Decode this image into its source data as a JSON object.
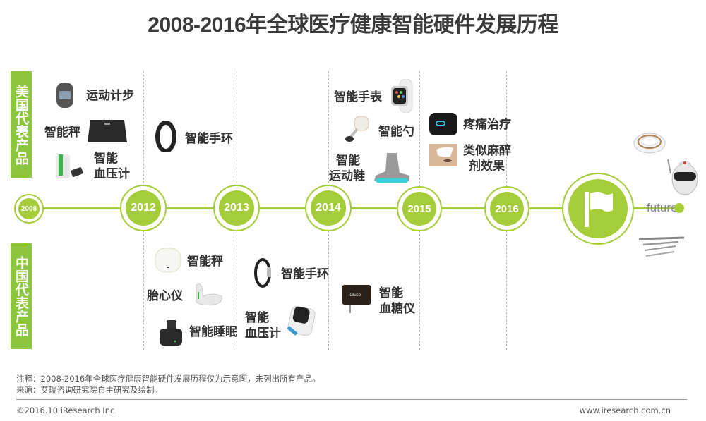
{
  "title": "2008-2016年全球医疗健康智能硬件发展历程",
  "colors": {
    "accent": "#a5cd39",
    "side_label_bg": "#8cc63f",
    "text": "#333333",
    "dashed_line": "#b8b8b8"
  },
  "side_labels": {
    "us": "美国代表产品",
    "china": "中国代表产品"
  },
  "timeline": {
    "nodes": [
      {
        "year": "2008"
      },
      {
        "year": "2012"
      },
      {
        "year": "2013"
      },
      {
        "year": "2014"
      },
      {
        "year": "2015"
      },
      {
        "year": "2016"
      },
      {
        "year": "",
        "icon": "flag-icon"
      }
    ],
    "future_label": "future"
  },
  "us_products": {
    "y2008": [
      {
        "label": "运动计步",
        "icon": "pedometer-icon"
      },
      {
        "label": "智能秤",
        "icon": "smart-scale-icon"
      },
      {
        "label_line1": "智能",
        "label_line2": "血压计",
        "icon": "blood-pressure-monitor-icon"
      }
    ],
    "y2012": [
      {
        "label": "智能手环",
        "icon": "fitness-band-icon"
      }
    ],
    "y2014": [
      {
        "label": "智能手表",
        "icon": "smart-watch-icon"
      },
      {
        "label": "智能勺",
        "icon": "smart-spoon-icon"
      },
      {
        "label_line1": "智能",
        "label_line2": "运动鞋",
        "icon": "smart-sneaker-icon"
      }
    ],
    "y2015": [
      {
        "label": "疼痛治疗",
        "icon": "pain-therapy-band-icon"
      },
      {
        "label_line1": "类似麻醉",
        "label_line2": "剂效果",
        "icon": "anesthesia-patch-icon"
      }
    ]
  },
  "china_products": {
    "y2012": [
      {
        "label": "智能秤",
        "icon": "smart-scale-icon"
      },
      {
        "label": "胎心仪",
        "icon": "fetal-monitor-icon"
      },
      {
        "label": "智能睡眠",
        "icon": "sleep-device-icon"
      }
    ],
    "y2013": [
      {
        "label": "智能手环",
        "icon": "fitness-band-icon"
      },
      {
        "label_line1": "智能",
        "label_line2": "血压计",
        "icon": "blood-pressure-monitor-icon"
      }
    ],
    "y2014": [
      {
        "label_line1": "智能",
        "label_line2": "血糖仪",
        "icon": "glucose-meter-icon"
      }
    ]
  },
  "future_items": [
    {
      "icon": "smart-contact-lens-icon"
    },
    {
      "icon": "medical-robot-icon"
    },
    {
      "icon": "surgical-tools-icon"
    }
  ],
  "notes": {
    "note": "注释：2008-2016年全球医疗健康智能硬件发展历程仅为示意图，未列出所有产品。",
    "source": "来源：艾瑞咨询研究院自主研究及绘制。"
  },
  "footer": {
    "copyright": "©2016.10 iResearch Inc",
    "website": "www.iresearch.com.cn"
  }
}
